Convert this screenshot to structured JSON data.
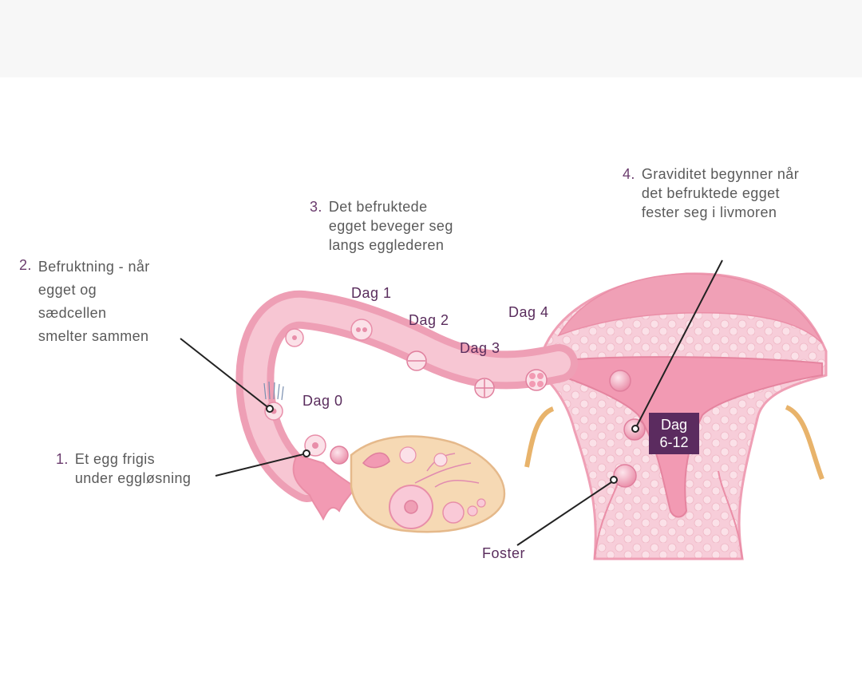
{
  "steps": [
    {
      "num": "1.",
      "text": "Et egg frigis\nunder eggløsning"
    },
    {
      "num": "2.",
      "text": "Befruktning - når\negget og\nsædcellen\nsmelter sammen"
    },
    {
      "num": "3.",
      "text": "Det befruktede\negget beveger seg\nlangs egglederen"
    },
    {
      "num": "4.",
      "text": "Graviditet begynner når\ndet befruktede egget\nfester seg i livmoren"
    }
  ],
  "days": {
    "dag0": "Dag 0",
    "dag1": "Dag 1",
    "dag2": "Dag 2",
    "dag3": "Dag 3",
    "dag4": "Dag 4"
  },
  "badge": {
    "line1": "Dag",
    "line2": "6-12"
  },
  "foster": "Foster",
  "colors": {
    "tube": "#f2a9bd",
    "tube_light": "#f7c6d3",
    "uterus_wall": "#f5bfcd",
    "ovary": "#f6d9b4",
    "ligament": "#e8b36b",
    "accent": "#5b2b5f"
  }
}
